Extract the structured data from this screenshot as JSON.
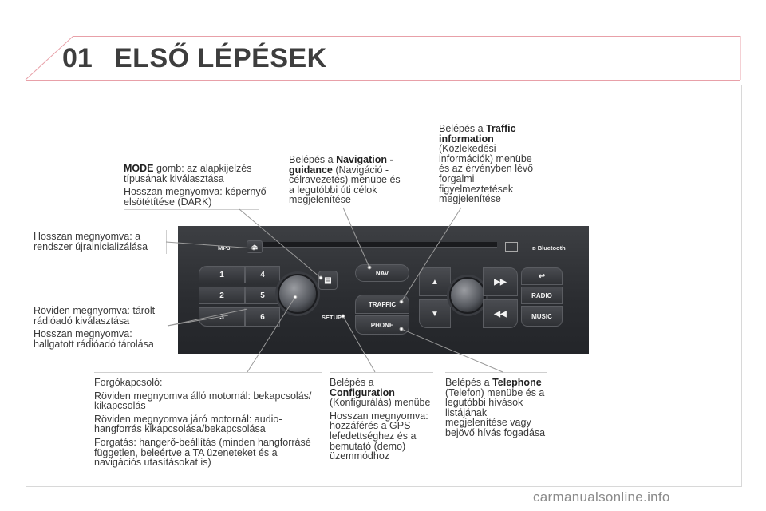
{
  "header": {
    "chapter": "01",
    "title": "ELSŐ LÉPÉSEK"
  },
  "labels": {
    "mode_bold": "MODE",
    "mode_text": " gomb: az alapkijelzés típusának kiválasztása",
    "mode_long": "Hosszan megnyomva: képernyő elsötétítése (DARK)",
    "nav_pre": "Belépés a ",
    "nav_bold": "Navigation - guidance",
    "nav_text": " (Navigáció - célravezetés) menübe és a legutóbbi úti célok megjelenítése",
    "traffic_pre": "Belépés a ",
    "traffic_bold": "Traffic information",
    "traffic_text": " (Közlekedési információk) menübe és az érvényben lévő forgalmi figyelmeztetések megjelenítése",
    "reset": "Hosszan megnyomva: a rendszer újrainicializálása",
    "radio_short": "Röviden megnyomva: tárolt rádióadó kiválasztása",
    "radio_long": "Hosszan megnyomva: hallgatott rádióadó tárolása",
    "rotary_title": "Forgókapcsoló:",
    "rotary_1": "Röviden megnyomva álló motornál: bekapcsolás/ kikapcsolás",
    "rotary_2": "Röviden megnyomva járó motornál: audio- hangforrás kikapcsolása/bekapcsolása",
    "rotary_3": "Forgatás: hangerő-beállítás (minden hangforrásé független, beleértve a TA üzeneteket és a navigációs utasításokat is)",
    "config_pre": "Belépés a ",
    "config_bold": "Configuration",
    "config_text": " (Konfigurálás) menübe",
    "config_long": "Hosszan megnyomva: hozzáférés a GPS-lefedettséghez és a bemutató (demo) üzemmódhoz",
    "phone_pre": "Belépés a ",
    "phone_bold": "Telephone",
    "phone_text": " (Telefon) menübe és a legutóbbi hívások listájának megjelenítése vagy bejövő hívás fogadása"
  },
  "panel": {
    "mp3": "MP3",
    "nav": "NAV",
    "traffic": "TRAFFIC",
    "phone": "PHONE",
    "setup": "SETUP",
    "radio": "RADIO",
    "music": "MUSIC",
    "bluetooth": "Bluetooth",
    "presets": [
      "1",
      "4",
      "2",
      "5",
      "3",
      "6"
    ]
  },
  "watermark": "carmanualsonline.info",
  "colors": {
    "accent": "#e8a0a8",
    "panel": "#2e3034"
  }
}
